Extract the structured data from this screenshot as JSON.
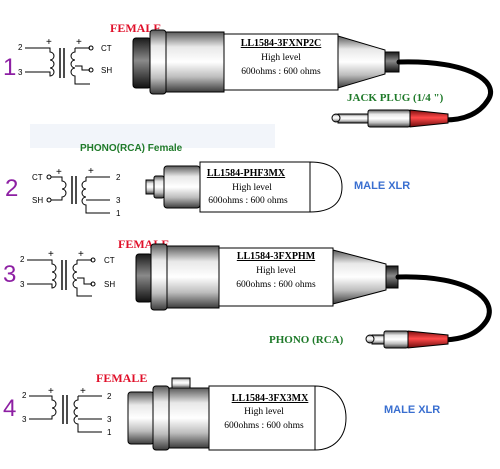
{
  "rows": [
    {
      "number": "1",
      "pins_left": [
        "2",
        "3"
      ],
      "pins_right": [
        "CT",
        "SH"
      ],
      "gender_label": "FEMALE",
      "model": "LL1584-3FXNP2C",
      "level": "High level",
      "impedance": "600ohms : 600 ohms",
      "plug_label": "JACK PLUG (1/4 \")"
    },
    {
      "number": "2",
      "pins_left": [
        "CT",
        "SH"
      ],
      "pins_right": [
        "2",
        "3",
        "1"
      ],
      "top_label": "PHONO(RCA) Female",
      "model": "LL1584-PHF3MX",
      "level": "High level",
      "impedance": "600ohms : 600 ohms",
      "side_label": "MALE XLR"
    },
    {
      "number": "3",
      "pins_left": [
        "2",
        "3"
      ],
      "pins_right": [
        "CT",
        "SH"
      ],
      "gender_label": "FEMALE",
      "model": "LL1584-3FXPHM",
      "level": "High level",
      "impedance": "600ohms : 600 ohms",
      "plug_label": "PHONO (RCA)"
    },
    {
      "number": "4",
      "pins_left": [
        "2",
        "3"
      ],
      "pins_right": [
        "2",
        "3",
        "1"
      ],
      "gender_label": "FEMALE",
      "model": "LL1584-3FX3MX",
      "level": "High level",
      "impedance": "600ohms : 600 ohms",
      "side_label": "MALE XLR"
    }
  ],
  "colors": {
    "number": "#8d1fa3",
    "female": "#e0102a",
    "plug": "#1f7a2a",
    "male": "#3a6fd0",
    "cable": "#000000"
  }
}
